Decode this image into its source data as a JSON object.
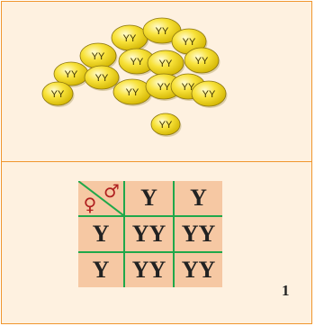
{
  "top_panel": {
    "pea_label": "YY",
    "pea_count": 15,
    "colors": {
      "pea_fill": "#f8e23a",
      "pea_highlight": "#fffbd0",
      "pea_shadow": "#d2b400",
      "pea_outline": "#8a7410",
      "pea_text": "#3a3000",
      "panel_bg": "#fef1e0",
      "panel_border": "#f0962d"
    }
  },
  "punnett": {
    "female_symbol": "♀",
    "male_symbol": "♂",
    "header": [
      "Y",
      "Y"
    ],
    "rows": [
      {
        "gamete": "Y",
        "cells": [
          "YY",
          "YY"
        ]
      },
      {
        "gamete": "Y",
        "cells": [
          "YY",
          "YY"
        ]
      }
    ],
    "colors": {
      "cell_bg": "#f6c8a3",
      "grid_line": "#1fa84a",
      "text": "#222222",
      "symbol": "#b02020"
    }
  },
  "figure_number": "1"
}
